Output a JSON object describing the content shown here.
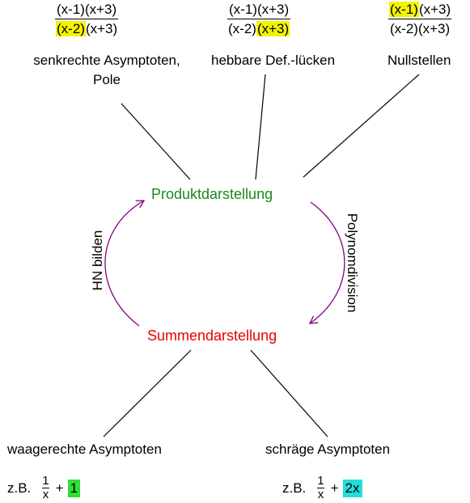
{
  "colors": {
    "highlight_yellow": "#f3f300",
    "product_green": "#1a8a1a",
    "sum_red": "#e60000",
    "arrow_purple": "#800080",
    "box_green": "#33dd33",
    "box_cyan": "#22dddd"
  },
  "fractions": [
    {
      "num_parts": [
        {
          "t": "(x-1)(x+3)",
          "hl": false
        }
      ],
      "den_parts": [
        {
          "t": "(x-2)",
          "hl": true
        },
        {
          "t": "(x+3)",
          "hl": false
        }
      ]
    },
    {
      "num_parts": [
        {
          "t": "(x-1)(x+3)",
          "hl": false
        }
      ],
      "den_parts": [
        {
          "t": "(x-2)",
          "hl": false
        },
        {
          "t": "(x+3)",
          "hl": true
        }
      ]
    },
    {
      "num_parts": [
        {
          "t": "(x-1)",
          "hl": true
        },
        {
          "t": "(x+3)",
          "hl": false
        }
      ],
      "den_parts": [
        {
          "t": "(x-2)(x+3)",
          "hl": false
        }
      ]
    }
  ],
  "labels": {
    "poles_line1": "senkrechte Asymptoten,",
    "poles_line2": "Pole",
    "holes": "hebbare Def.-lücken",
    "zeros": "Nullstellen",
    "horizontal": "waagerechte Asymptoten",
    "oblique": "schräge Asymptoten"
  },
  "nodes": {
    "product": "Produktdarstellung",
    "sum": "Summendarstellung"
  },
  "arrows": {
    "left": "HN bilden",
    "right": "Polynomdivision"
  },
  "examples": [
    {
      "prefix": "z.B.",
      "num": "1",
      "den": "x",
      "plus": "+",
      "term": "1"
    },
    {
      "prefix": "z.B.",
      "num": "1",
      "den": "x",
      "plus": "+",
      "term": "2x"
    }
  ]
}
